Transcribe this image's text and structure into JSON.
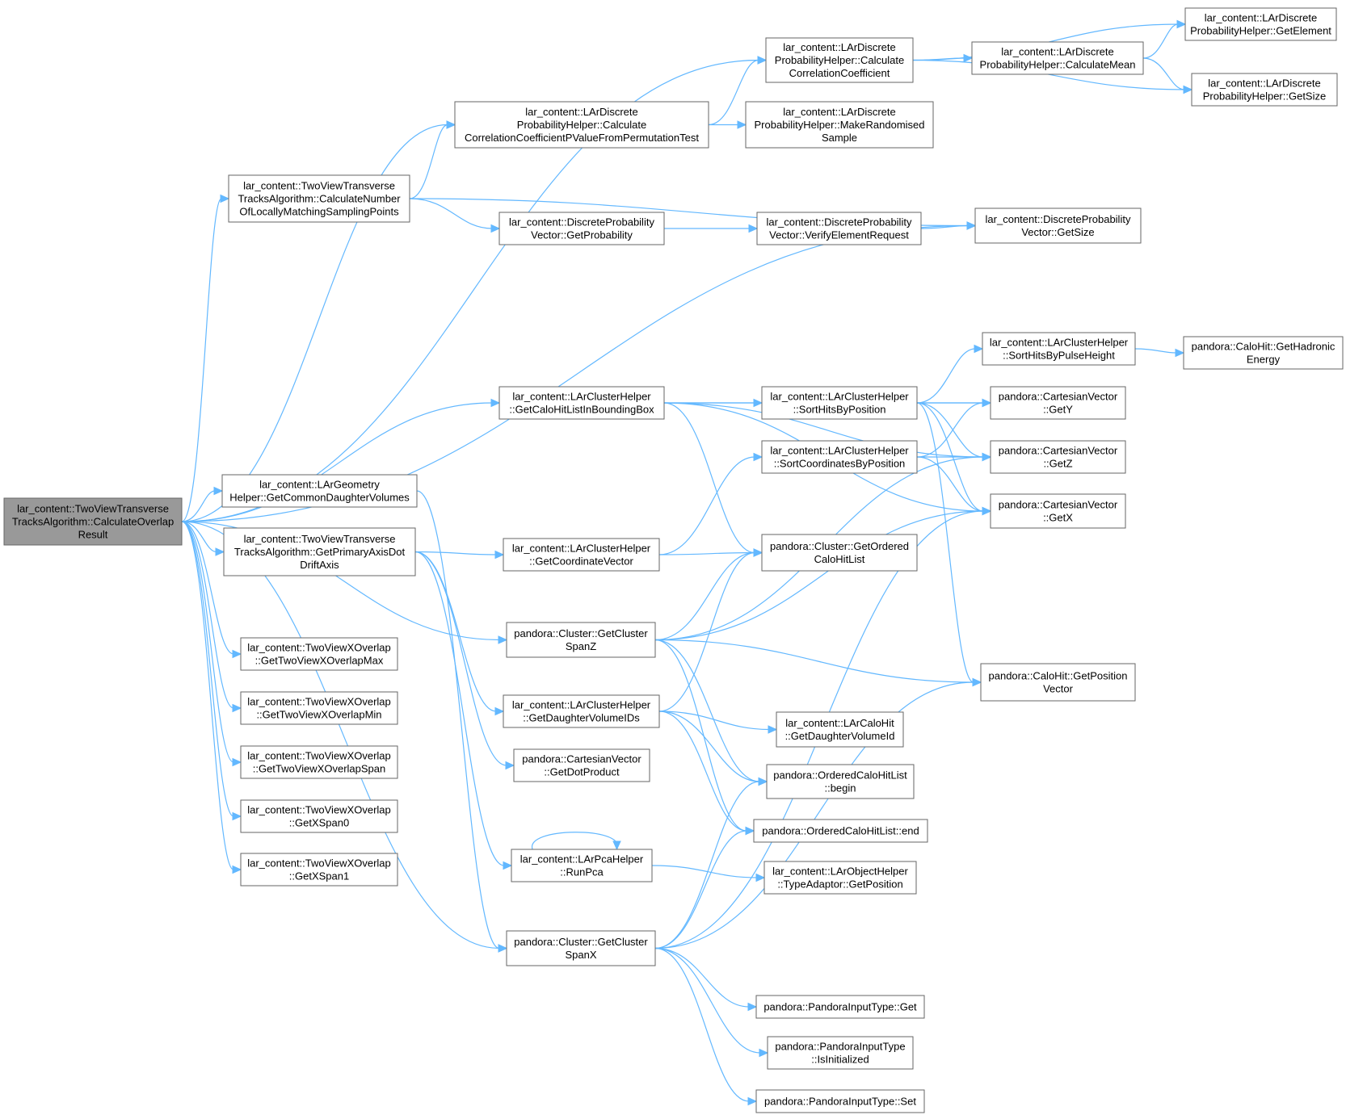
{
  "nodes": [
    {
      "id": "root",
      "lines": [
        "lar_content::TwoViewTransverse",
        "TracksAlgorithm::CalculateOverlap",
        "Result"
      ],
      "root": true
    },
    {
      "id": "corrcoef",
      "lines": [
        "lar_content::LArDiscrete",
        "ProbabilityHelper::Calculate",
        "CorrelationCoefficient"
      ]
    },
    {
      "id": "getelement",
      "lines": [
        "lar_content::LArDiscrete",
        "ProbabilityHelper::GetElement"
      ]
    },
    {
      "id": "calcmean",
      "lines": [
        "lar_content::LArDiscrete",
        "ProbabilityHelper::CalculateMean"
      ]
    },
    {
      "id": "getsizeH",
      "lines": [
        "lar_content::LArDiscrete",
        "ProbabilityHelper::GetSize"
      ]
    },
    {
      "id": "permtest",
      "lines": [
        "lar_content::LArDiscrete",
        "ProbabilityHelper::Calculate",
        "CorrelationCoefficientPValueFromPermutationTest"
      ]
    },
    {
      "id": "randsample",
      "lines": [
        "lar_content::LArDiscrete",
        "ProbabilityHelper::MakeRandomised",
        "Sample"
      ]
    },
    {
      "id": "calcnum",
      "lines": [
        "lar_content::TwoViewTransverse",
        "TracksAlgorithm::CalculateNumber",
        "OfLocallyMatchingSamplingPoints"
      ]
    },
    {
      "id": "getprob",
      "lines": [
        "lar_content::DiscreteProbability",
        "Vector::GetProbability"
      ]
    },
    {
      "id": "verify",
      "lines": [
        "lar_content::DiscreteProbability",
        "Vector::VerifyElementRequest"
      ]
    },
    {
      "id": "getsizeV",
      "lines": [
        "lar_content::DiscreteProbability",
        "Vector::GetSize"
      ]
    },
    {
      "id": "sortpulse",
      "lines": [
        "lar_content::LArClusterHelper",
        "::SortHitsByPulseHeight"
      ]
    },
    {
      "id": "hadronic",
      "lines": [
        "pandora::CaloHit::GetHadronic",
        "Energy"
      ]
    },
    {
      "id": "getcalo",
      "lines": [
        "lar_content::LArClusterHelper",
        "::GetCaloHitListInBoundingBox"
      ]
    },
    {
      "id": "sortpos",
      "lines": [
        "lar_content::LArClusterHelper",
        "::SortHitsByPosition"
      ]
    },
    {
      "id": "gety",
      "lines": [
        "pandora::CartesianVector",
        "::GetY"
      ]
    },
    {
      "id": "sortcoord",
      "lines": [
        "lar_content::LArClusterHelper",
        "::SortCoordinatesByPosition"
      ]
    },
    {
      "id": "getz",
      "lines": [
        "pandora::CartesianVector",
        "::GetZ"
      ]
    },
    {
      "id": "commondaughter",
      "lines": [
        "lar_content::LArGeometry",
        "Helper::GetCommonDaughterVolumes"
      ]
    },
    {
      "id": "getx",
      "lines": [
        "pandora::CartesianVector",
        "::GetX"
      ]
    },
    {
      "id": "primaryaxis",
      "lines": [
        "lar_content::TwoViewTransverse",
        "TracksAlgorithm::GetPrimaryAxisDot",
        "DriftAxis"
      ]
    },
    {
      "id": "getcoordvec",
      "lines": [
        "lar_content::LArClusterHelper",
        "::GetCoordinateVector"
      ]
    },
    {
      "id": "orderedlist",
      "lines": [
        "pandora::Cluster::GetOrdered",
        "CaloHitList"
      ]
    },
    {
      "id": "spanz",
      "lines": [
        "pandora::Cluster::GetCluster",
        "SpanZ"
      ]
    },
    {
      "id": "overlapmax",
      "lines": [
        "lar_content::TwoViewXOverlap",
        "::GetTwoViewXOverlapMax"
      ]
    },
    {
      "id": "posvector",
      "lines": [
        "pandora::CaloHit::GetPosition",
        "Vector"
      ]
    },
    {
      "id": "overlapmin",
      "lines": [
        "lar_content::TwoViewXOverlap",
        "::GetTwoViewXOverlapMin"
      ]
    },
    {
      "id": "daughterids",
      "lines": [
        "lar_content::LArClusterHelper",
        "::GetDaughterVolumeIDs"
      ]
    },
    {
      "id": "daughterid",
      "lines": [
        "lar_content::LArCaloHit",
        "::GetDaughterVolumeId"
      ]
    },
    {
      "id": "overlapspan",
      "lines": [
        "lar_content::TwoViewXOverlap",
        "::GetTwoViewXOverlapSpan"
      ]
    },
    {
      "id": "dotproduct",
      "lines": [
        "pandora::CartesianVector",
        "::GetDotProduct"
      ]
    },
    {
      "id": "begin",
      "lines": [
        "pandora::OrderedCaloHitList",
        "::begin"
      ]
    },
    {
      "id": "xspan0",
      "lines": [
        "lar_content::TwoViewXOverlap",
        "::GetXSpan0"
      ]
    },
    {
      "id": "end",
      "lines": [
        "pandora::OrderedCaloHitList::end"
      ]
    },
    {
      "id": "xspan1",
      "lines": [
        "lar_content::TwoViewXOverlap",
        "::GetXSpan1"
      ]
    },
    {
      "id": "runpca",
      "lines": [
        "lar_content::LArPcaHelper",
        "::RunPca"
      ]
    },
    {
      "id": "typeadaptor",
      "lines": [
        "lar_content::LArObjectHelper",
        "::TypeAdaptor::GetPosition"
      ]
    },
    {
      "id": "spanx",
      "lines": [
        "pandora::Cluster::GetCluster",
        "SpanX"
      ]
    },
    {
      "id": "inputget",
      "lines": [
        "pandora::PandoraInputType::Get"
      ]
    },
    {
      "id": "isinit",
      "lines": [
        "pandora::PandoraInputType",
        "::IsInitialized"
      ]
    },
    {
      "id": "inputset",
      "lines": [
        "pandora::PandoraInputType::Set"
      ]
    }
  ],
  "colors": {
    "edge": "#63b8ff",
    "root_fill": "#999999",
    "node_stroke": "#666666"
  }
}
